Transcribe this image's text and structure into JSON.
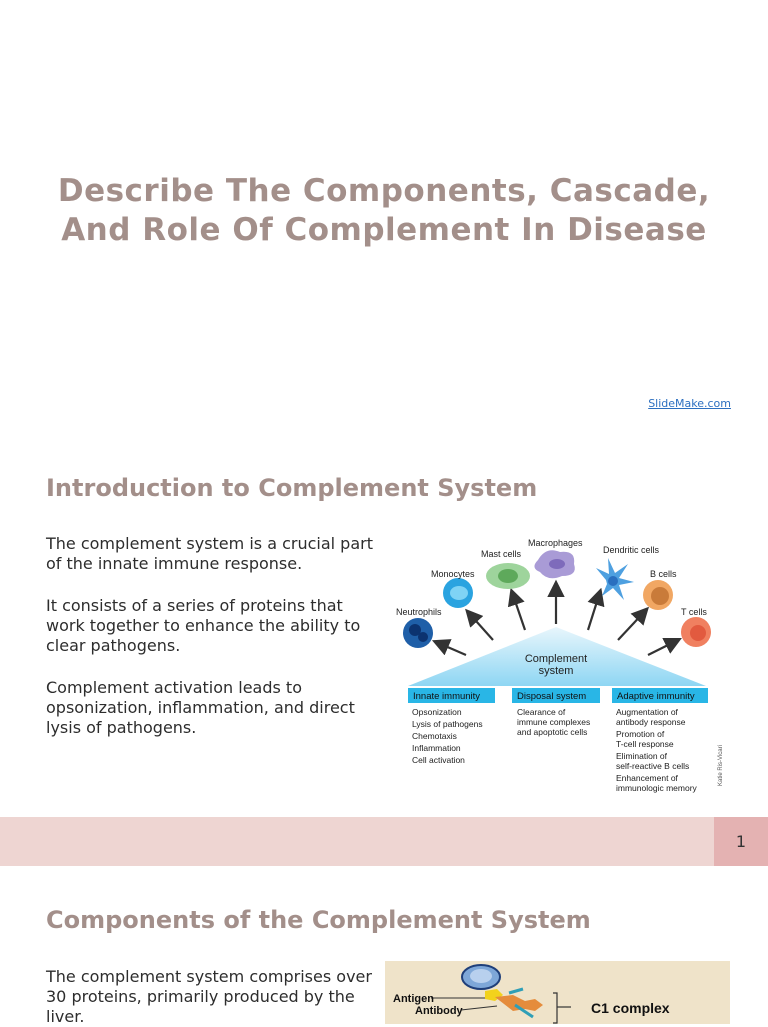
{
  "slide1": {
    "title_line1": "Describe The Components, Cascade,",
    "title_line2": "And Role Of Complement In Disease",
    "link": "SlideMake.com"
  },
  "slide2": {
    "heading": "Introduction to Complement System",
    "paragraphs": [
      "The complement system is a crucial part of the innate immune response.",
      "It consists of a series of proteins that work together to enhance the ability to clear pathogens.",
      "Complement activation leads to opsonization, inflammation, and direct lysis of pathogens."
    ],
    "page_number": "1",
    "figure": {
      "cells": [
        "Neutrophils",
        "Monocytes",
        "Mast cells",
        "Macrophages",
        "Dendritic cells",
        "B cells",
        "T cells"
      ],
      "center_label_line1": "Complement",
      "center_label_line2": "system",
      "columns": [
        {
          "header": "Innate immunity",
          "items": [
            "Opsonization",
            "Lysis of pathogens",
            "Chemotaxis",
            "Inflammation",
            "Cell activation"
          ]
        },
        {
          "header": "Disposal system",
          "items": [
            "Clearance of",
            "immune complexes",
            "and apoptotic cells"
          ]
        },
        {
          "header": "Adaptive immunity",
          "items": [
            "Augmentation of",
            "antibody response",
            "Promotion of",
            "T-cell response",
            "Elimination of",
            "self-reactive B cells",
            "Enhancement of",
            "immunologic memory"
          ]
        }
      ],
      "credit": "Katie Ris-Vicari"
    }
  },
  "slide3": {
    "heading": "Components of the Complement System",
    "paragraph": "The complement system comprises over 30 proteins, primarily produced by the liver.",
    "figure": {
      "antigen_label": "Antigen",
      "antibody_label": "Antibody",
      "c1_label": "C1 complex"
    }
  },
  "colors": {
    "title": "#a38f8a",
    "band": "#eed5d2",
    "page_box": "#e4b2b2",
    "figure_header": "#29b6e6"
  }
}
